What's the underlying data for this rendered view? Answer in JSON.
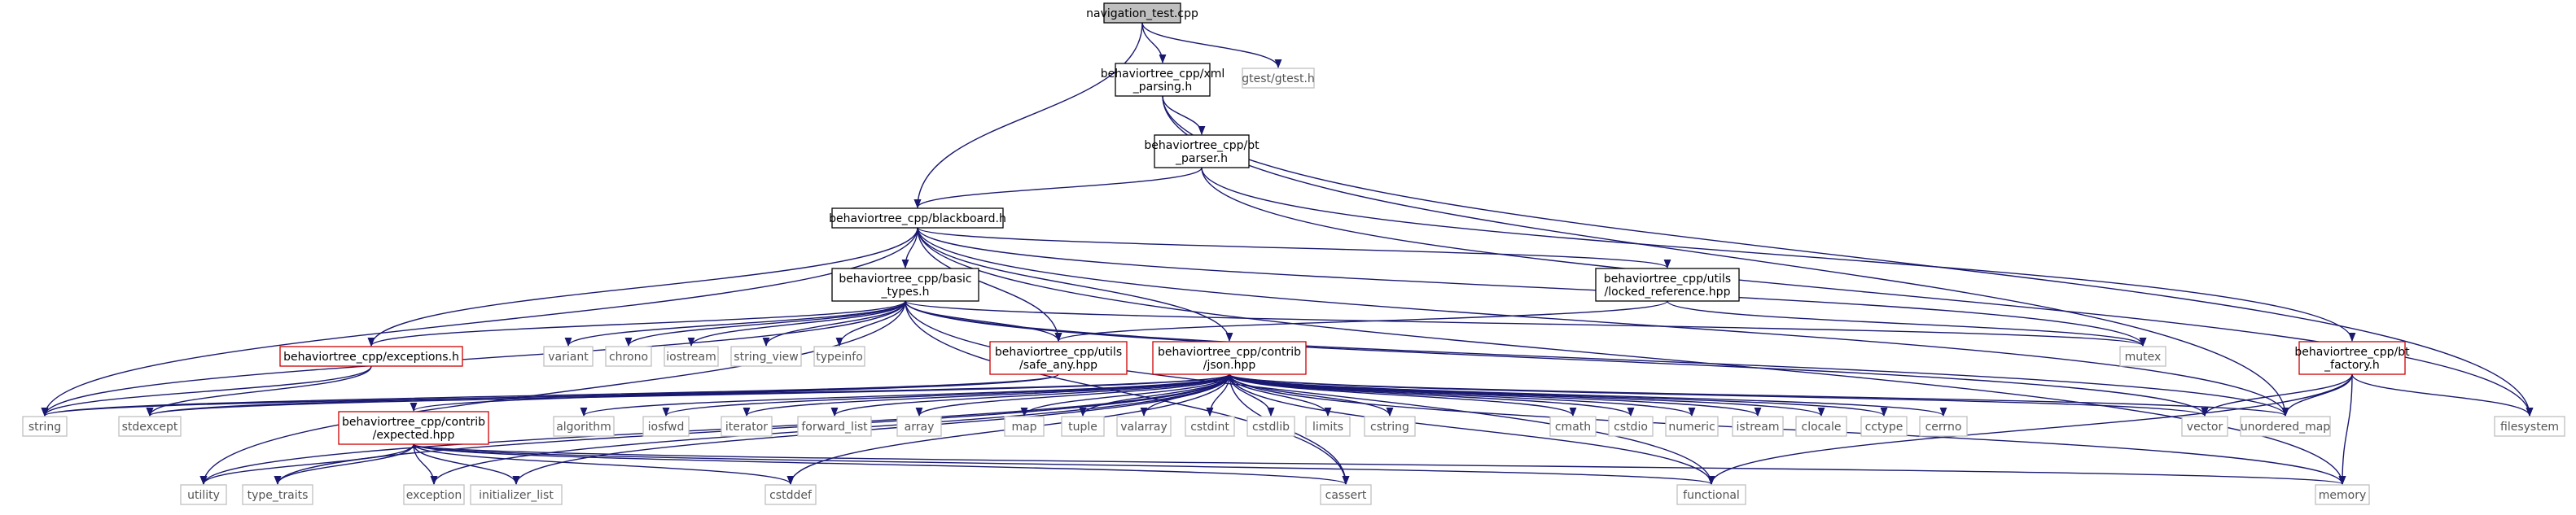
{
  "colors": {
    "edge": "#191970",
    "root_fill": "#bfbfbf",
    "root_border": "#000000",
    "local_border": "#000000",
    "red_border": "#cc0000",
    "system_border": "#bfbfbf",
    "text_local": "#000000",
    "text_system": "#555555"
  },
  "nodes": {
    "root": [
      "navigation_test.cpp"
    ],
    "xml_parsing": [
      "behaviortree_cpp/xml",
      "_parsing.h"
    ],
    "gtest": [
      "gtest/gtest.h"
    ],
    "bt_parser": [
      "behaviortree_cpp/bt",
      "_parser.h"
    ],
    "blackboard": [
      "behaviortree_cpp/blackboard.h"
    ],
    "basic_types": [
      "behaviortree_cpp/basic",
      "_types.h"
    ],
    "locked_ref": [
      "behaviortree_cpp/utils",
      "/locked_reference.hpp"
    ],
    "exceptions": [
      "behaviortree_cpp/exceptions.h"
    ],
    "variant": [
      "variant"
    ],
    "chrono": [
      "chrono"
    ],
    "iostream": [
      "iostream"
    ],
    "string_view": [
      "string_view"
    ],
    "typeinfo": [
      "typeinfo"
    ],
    "safe_any": [
      "behaviortree_cpp/utils",
      "/safe_any.hpp"
    ],
    "json": [
      "behaviortree_cpp/contrib",
      "/json.hpp"
    ],
    "mutex": [
      "mutex"
    ],
    "bt_factory": [
      "behaviortree_cpp/bt",
      "_factory.h"
    ],
    "filesystem": [
      "filesystem"
    ],
    "string": [
      "string"
    ],
    "stdexcept": [
      "stdexcept"
    ],
    "expected": [
      "behaviortree_cpp/contrib",
      "/expected.hpp"
    ],
    "algorithm": [
      "algorithm"
    ],
    "iosfwd": [
      "iosfwd"
    ],
    "iterator": [
      "iterator"
    ],
    "forward_list": [
      "forward_list"
    ],
    "array": [
      "array"
    ],
    "map": [
      "map"
    ],
    "tuple": [
      "tuple"
    ],
    "valarray": [
      "valarray"
    ],
    "cstdint": [
      "cstdint"
    ],
    "cstdlib": [
      "cstdlib"
    ],
    "limits": [
      "limits"
    ],
    "cstring": [
      "cstring"
    ],
    "cmath": [
      "cmath"
    ],
    "cstdio": [
      "cstdio"
    ],
    "numeric": [
      "numeric"
    ],
    "istream": [
      "istream"
    ],
    "clocale": [
      "clocale"
    ],
    "cctype": [
      "cctype"
    ],
    "cerrno": [
      "cerrno"
    ],
    "vector": [
      "vector"
    ],
    "unordered_map": [
      "unordered_map"
    ],
    "utility": [
      "utility"
    ],
    "type_traits": [
      "type_traits"
    ],
    "exception": [
      "exception"
    ],
    "initializer_list": [
      "initializer_list"
    ],
    "cstddef": [
      "cstddef"
    ],
    "cassert": [
      "cassert"
    ],
    "functional": [
      "functional"
    ],
    "memory": [
      "memory"
    ]
  }
}
